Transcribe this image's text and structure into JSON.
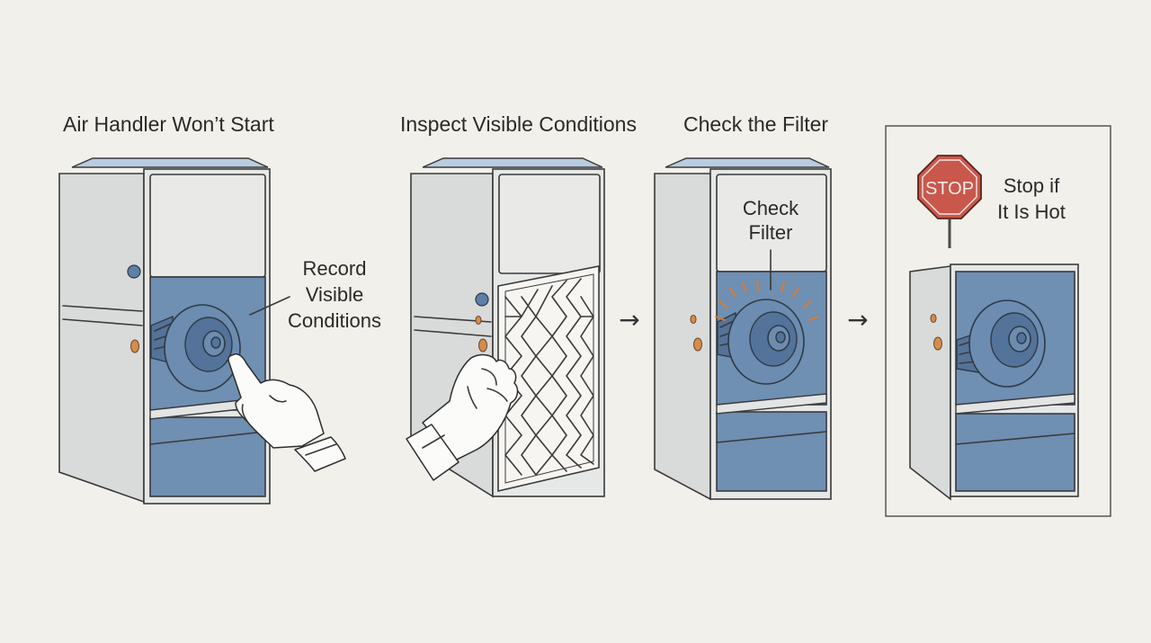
{
  "steps": [
    {
      "title": "Air Handler Won’t Start",
      "callout": [
        "Record",
        "Visible",
        "Conditions"
      ]
    },
    {
      "title": "Inspect Visible Conditions"
    },
    {
      "title": "Check the Filter",
      "callout": [
        "Check",
        "Filter"
      ]
    },
    {
      "sign_text": "STOP",
      "callout": [
        "Stop if",
        "It Is Hot"
      ]
    }
  ],
  "arrows": [
    "→",
    "→"
  ],
  "colors": {
    "background": "#f1f0ea",
    "cabinet": "#e6e7e7",
    "compartment_blue": "#6f8fb3",
    "stop_sign": "#c9574c",
    "caution_glow": "#e07a2a",
    "knob_orange": "#d58d4c"
  },
  "icons": [
    "stop-sign-icon",
    "arrow-right-icon",
    "pointing-hand-icon",
    "filter-grid-icon"
  ]
}
